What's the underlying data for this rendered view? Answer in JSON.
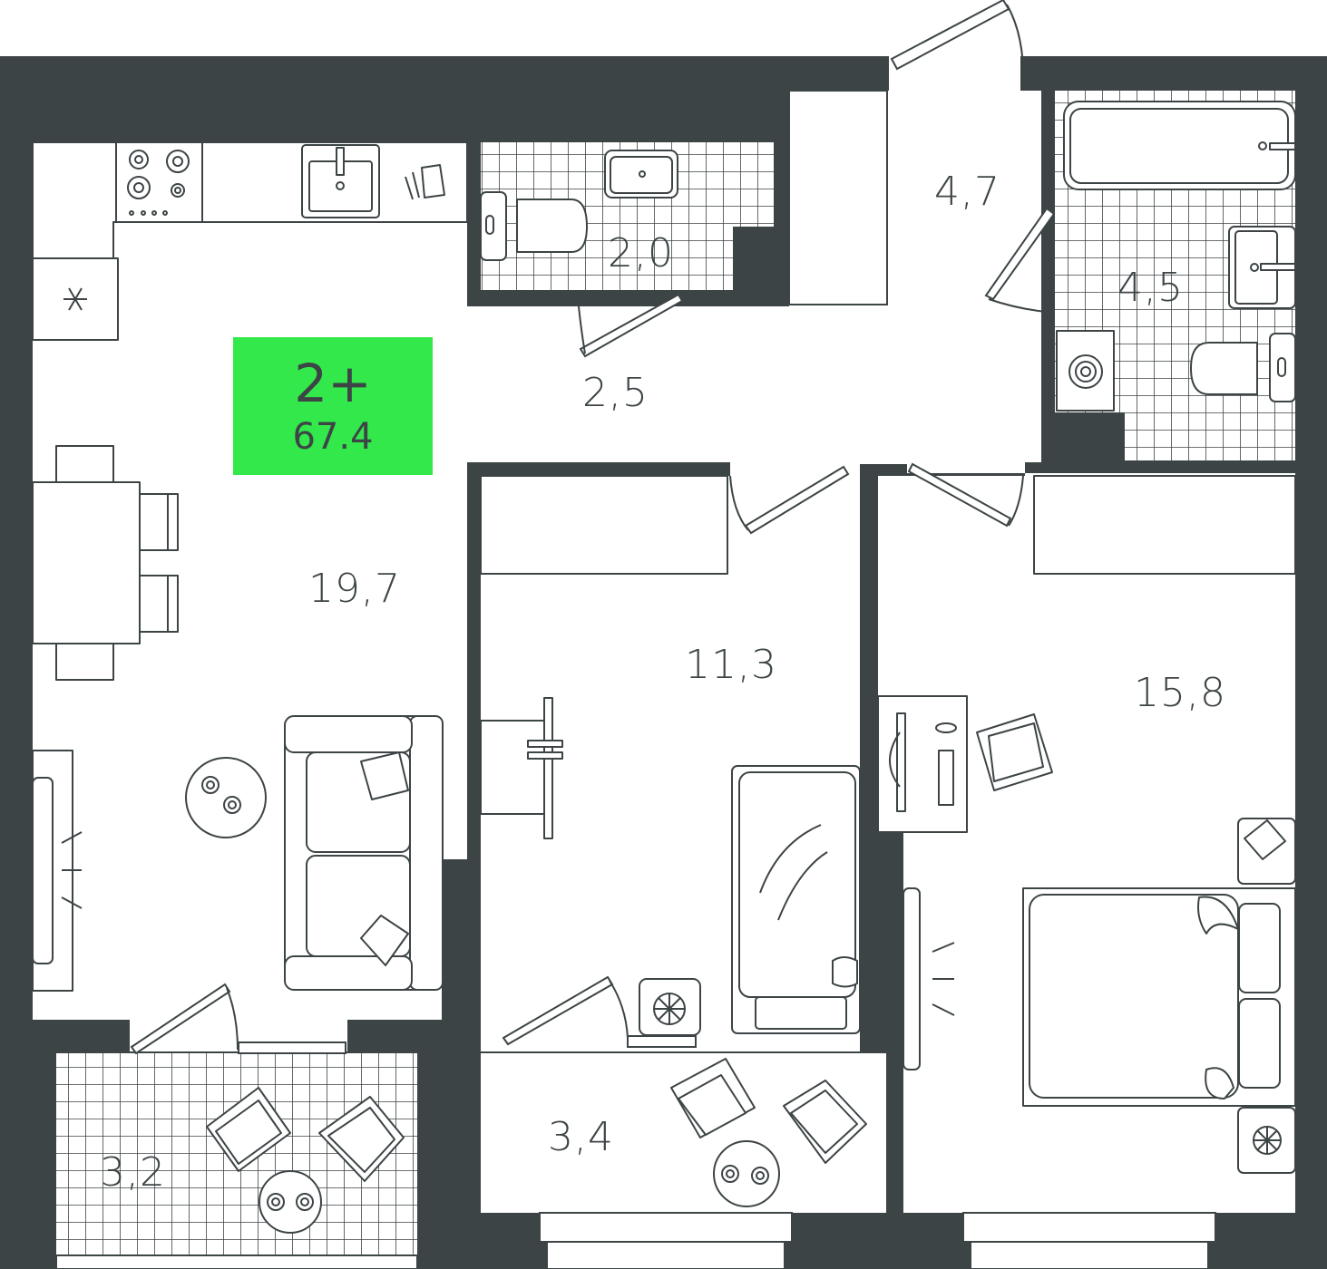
{
  "colors": {
    "wall": "#3d4446",
    "accent": "#33e84a",
    "line": "#3d4446",
    "floor": "#ffffff"
  },
  "badge": {
    "type": "2+",
    "total_area": "67.4"
  },
  "rooms": {
    "kitchen_living": "19,7",
    "bathroom_small": "2,0",
    "corridor": "2,5",
    "hallway": "4,7",
    "bathroom_large": "4,5",
    "bedroom_middle": "11,3",
    "bedroom_right": "15,8",
    "balcony_left": "3,2",
    "balcony_middle": "3,4"
  }
}
